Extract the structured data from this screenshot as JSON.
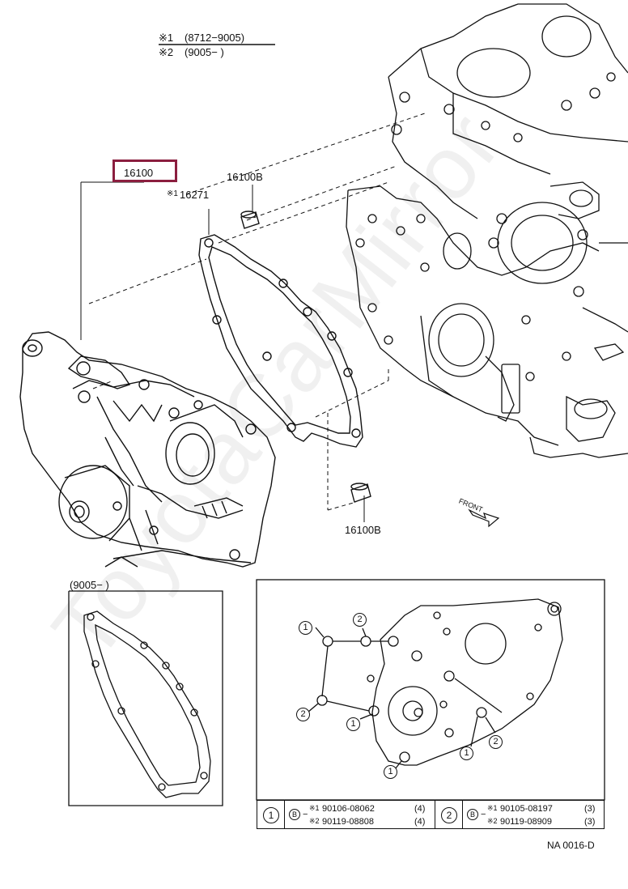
{
  "header": {
    "note1_mark": "※1",
    "note1_range": "(8712−9005)",
    "note2_mark": "※2",
    "note2_range": "(9005−          )"
  },
  "part_numbers": {
    "main": "16100",
    "gasket": "16271",
    "gasket_mark": "※1",
    "dowel_top": "16100B",
    "dowel_bottom": "16100B"
  },
  "front_label": "FRONT",
  "inset_gasket_range": "(9005−          )",
  "detail_callouts": [
    "1",
    "2",
    "1",
    "2",
    "1",
    "2",
    "1"
  ],
  "bolt_table": {
    "group1": {
      "ref": "1",
      "prefix": "B",
      "line1_mark": "※1",
      "line1_part": "90106-08062",
      "line1_qty": "(4)",
      "line2_mark": "※2",
      "line2_part": "90119-08808",
      "line2_qty": "(4)"
    },
    "group2": {
      "ref": "2",
      "prefix": "B",
      "line1_mark": "※1",
      "line1_part": "90105-08197",
      "line1_qty": "(3)",
      "line2_mark": "※2",
      "line2_part": "90119-08909",
      "line2_qty": "(3)"
    }
  },
  "diagram_code": "NA 0016-D",
  "watermark": "ToyotaCarMirror"
}
